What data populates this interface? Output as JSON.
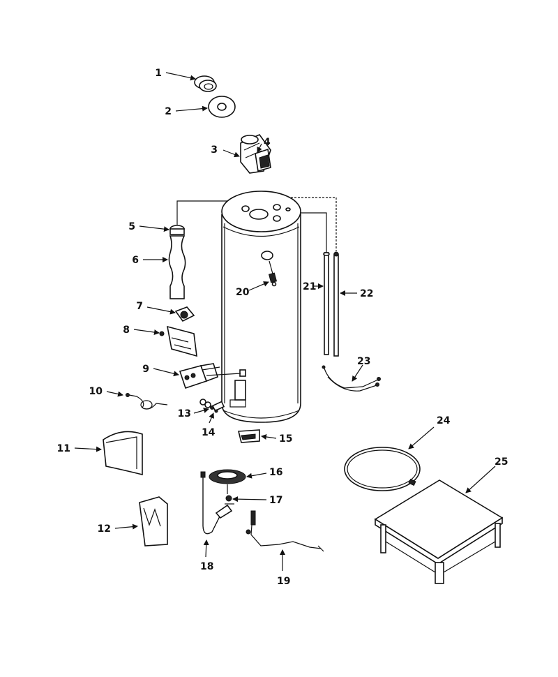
{
  "parts": [
    {
      "id": "part-1",
      "label": "1"
    },
    {
      "id": "part-2",
      "label": "2"
    },
    {
      "id": "part-3",
      "label": "3"
    },
    {
      "id": "part-4",
      "label": "4"
    },
    {
      "id": "part-5",
      "label": "5"
    },
    {
      "id": "part-6",
      "label": "6"
    },
    {
      "id": "part-7",
      "label": "7"
    },
    {
      "id": "part-8",
      "label": "8"
    },
    {
      "id": "part-9",
      "label": "9"
    },
    {
      "id": "part-10",
      "label": "10"
    },
    {
      "id": "part-11",
      "label": "11"
    },
    {
      "id": "part-12",
      "label": "12"
    },
    {
      "id": "part-13",
      "label": "13"
    },
    {
      "id": "part-14",
      "label": "14"
    },
    {
      "id": "part-15",
      "label": "15"
    },
    {
      "id": "part-16",
      "label": "16"
    },
    {
      "id": "part-17",
      "label": "17"
    },
    {
      "id": "part-18",
      "label": "18"
    },
    {
      "id": "part-19",
      "label": "19"
    },
    {
      "id": "part-20",
      "label": "20"
    },
    {
      "id": "part-21",
      "label": "21"
    },
    {
      "id": "part-22",
      "label": "22"
    },
    {
      "id": "part-23",
      "label": "23"
    },
    {
      "id": "part-24",
      "label": "24"
    },
    {
      "id": "part-25",
      "label": "25"
    }
  ]
}
